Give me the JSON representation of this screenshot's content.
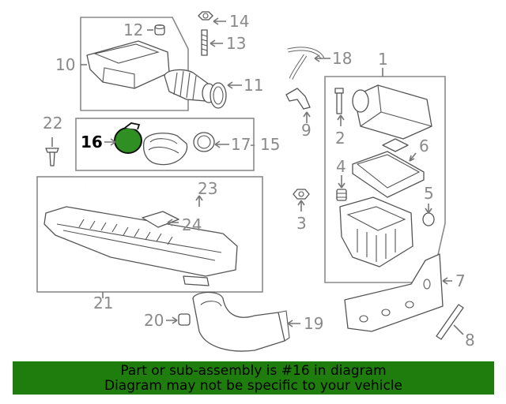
{
  "diagram": {
    "callouts": {
      "c1": "1",
      "c2": "2",
      "c3": "3",
      "c4": "4",
      "c5": "5",
      "c6": "6",
      "c7": "7",
      "c8": "8",
      "c9": "9",
      "c10": "10",
      "c11": "11",
      "c12": "12",
      "c13": "13",
      "c14": "14",
      "c15": "15",
      "c16": "16",
      "c17": "17",
      "c18": "18",
      "c19": "19",
      "c20": "20",
      "c21": "21",
      "c22": "22",
      "c23": "23",
      "c24": "24"
    },
    "highlighted_part": "16",
    "highlight_color": "#2f8f23",
    "banner_color": "#1e7d0c"
  },
  "banner": {
    "line1": "Part or sub-assembly is #16 in diagram",
    "line2": "Diagram may not be specific to your vehicle"
  }
}
